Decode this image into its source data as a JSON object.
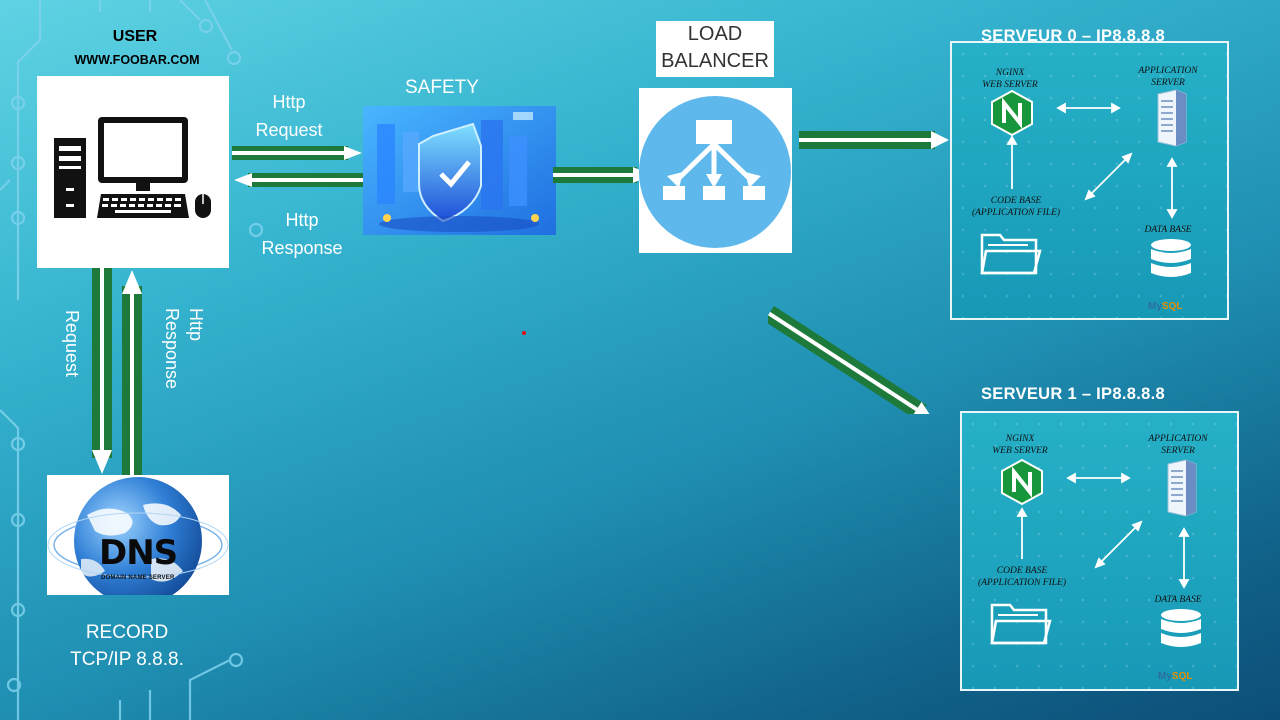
{
  "user": {
    "title": "USER",
    "url": "WWW.FOOBAR.COM"
  },
  "http_request": {
    "line1": "Http",
    "line2": "Request"
  },
  "http_response": {
    "line1": "Http",
    "line2": "Response"
  },
  "safety": {
    "title": "SAFETY"
  },
  "load_balancer": {
    "line1": "LOAD",
    "line2": "BALANCER"
  },
  "servers": [
    {
      "title": "SERVEUR 0 – IP8.8.8.8",
      "nginx_label": "NGINX",
      "web_server_label": "WEB SERVER",
      "app_label_1": "APPLICATION",
      "app_label_2": "SERVER",
      "code_label_1": "CODE BASE",
      "code_label_2": "(APPLICATION FILE)",
      "db_label": "DATA BASE",
      "mysql_my": "My",
      "mysql_sql": "SQL"
    },
    {
      "title": "SERVEUR 1 – IP8.8.8.8",
      "nginx_label": "NGINX",
      "web_server_label": "WEB SERVER",
      "app_label_1": "APPLICATION",
      "app_label_2": "SERVER",
      "code_label_1": "CODE BASE",
      "code_label_2": "(APPLICATION FILE)",
      "db_label": "DATA BASE",
      "mysql_my": "My",
      "mysql_sql": "SQL"
    }
  ],
  "dns": {
    "logo_text": "DNS",
    "logo_subtext": "DOMAIN NAME SERVER",
    "vertical_request": "Request",
    "vertical_response_1": "Http",
    "vertical_response_2": "Response",
    "record_line1": "RECORD",
    "record_line2": "TCP/IP 8.8.8."
  },
  "colors": {
    "arrow_green": "#1e7a3a",
    "nginx_green": "#17963b",
    "lb_circle": "#5eb8ec",
    "mysql_blue": "#2c6e9e",
    "mysql_orange": "#e48e00"
  }
}
